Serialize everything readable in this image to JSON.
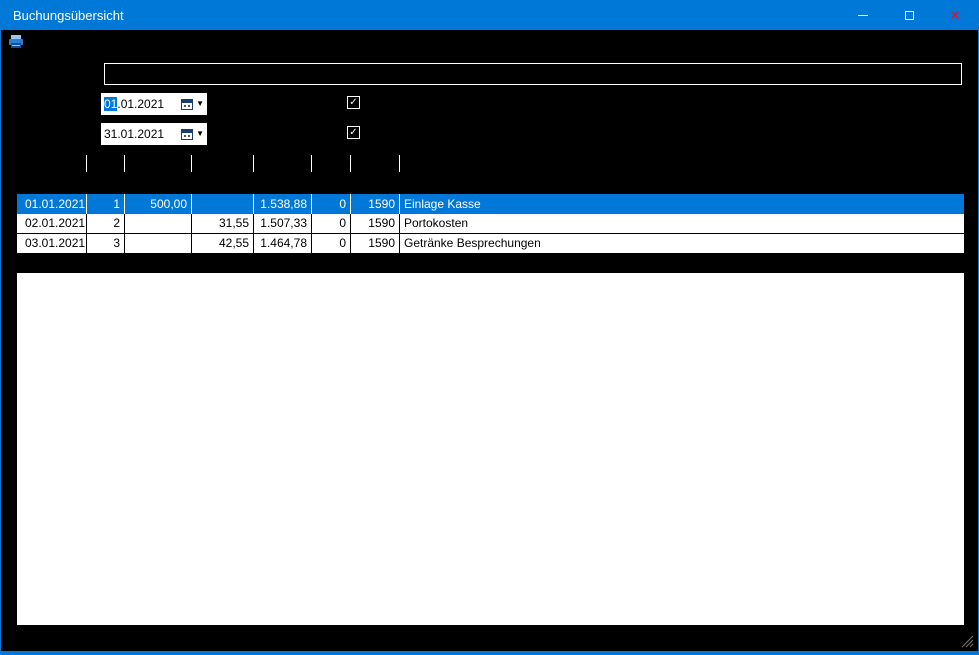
{
  "window": {
    "title": "Buchungsübersicht"
  },
  "icons": {
    "minimize": "—",
    "close": "✕",
    "dropdown": "▼",
    "check": "✓"
  },
  "toolbar": {
    "icon": "printer-icon"
  },
  "filter": {
    "query_value": "",
    "date_from": {
      "full": "01.01.2021",
      "selected_part": "01",
      "rest": ".01.2021"
    },
    "date_to": {
      "full": "31.01.2021"
    },
    "from_checkbox_checked": true,
    "to_checkbox_checked": true
  },
  "table": {
    "rows": [
      {
        "selected": true,
        "cells": [
          "01.01.2021",
          "1",
          "500,00",
          "",
          "1.538,88",
          "0",
          "1590",
          "Einlage Kasse"
        ]
      },
      {
        "selected": false,
        "cells": [
          "02.01.2021",
          "2",
          "",
          "31,55",
          "1.507,33",
          "0",
          "1590",
          "Portokosten"
        ]
      },
      {
        "selected": false,
        "cells": [
          "03.01.2021",
          "3",
          "",
          "42,55",
          "1.464,78",
          "0",
          "1590",
          "Getränke Besprechungen"
        ]
      }
    ]
  },
  "colors": {
    "accent": "#0078d7",
    "window_background": "#000000",
    "selected_row_background": "#0078d7",
    "close_glyph": "#e81123"
  }
}
